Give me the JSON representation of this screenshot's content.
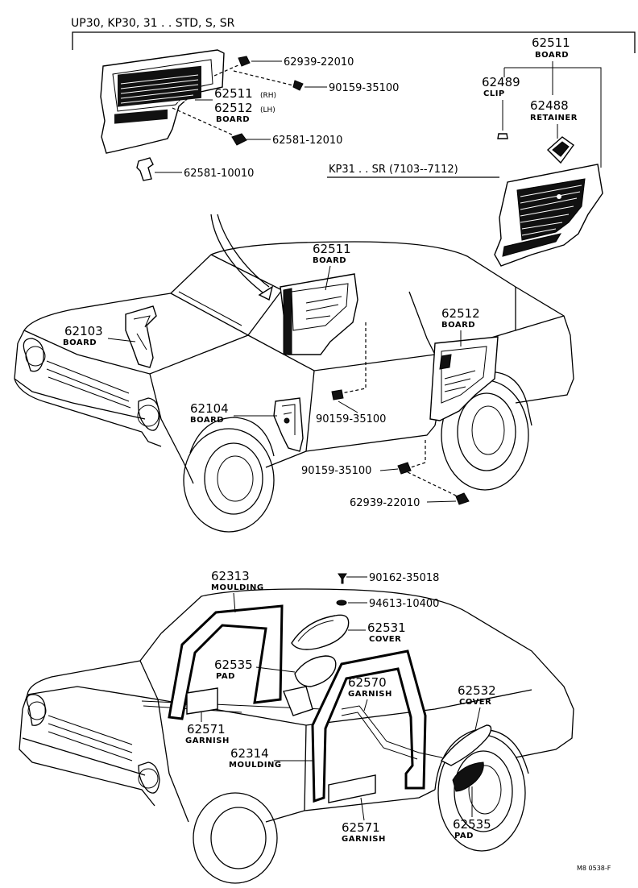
{
  "header": {
    "models_top": "UP30, KP30, 31 . . STD, S, SR",
    "models_kp31": "KP31 . . SR (7103--7112)"
  },
  "callouts_top": {
    "c62939a": "62939-22010",
    "c90159a": "90159-35100",
    "c62511rh": "62511",
    "rh": "(RH)",
    "c62512lh": "62512",
    "lh": "(LH)",
    "board_rhlh": "BOARD",
    "c62581a": "62581-12010",
    "c62581b": "62581-10010",
    "c62511r": "62511",
    "board_r": "BOARD",
    "c62489": "62489",
    "clip": "CLIP",
    "c62488": "62488",
    "retainer": "RETAINER"
  },
  "callouts_mid": {
    "c62511": "62511",
    "board_62511": "BOARD",
    "c62512": "62512",
    "board_62512": "BOARD",
    "c62103": "62103",
    "board_62103": "BOARD",
    "c62104": "62104",
    "board_62104": "BOARD",
    "c90159b": "90159-35100",
    "c90159c": "90159-35100",
    "c62939b": "62939-22010"
  },
  "callouts_bottom": {
    "c62313": "62313",
    "moulding_62313": "MOULDING",
    "c90162": "90162-35018",
    "c94613": "94613-10400",
    "c62531": "62531",
    "cover_62531": "COVER",
    "c62535a": "62535",
    "pad_a": "PAD",
    "c62570": "62570",
    "garnish_62570": "GARNISH",
    "c62532": "62532",
    "cover_62532": "COVER",
    "c62571a": "62571",
    "garnish_a": "GARNISH",
    "c62314": "62314",
    "moulding_62314": "MOULDING",
    "c62571b": "62571",
    "garnish_b": "GARNISH",
    "c62535b": "62535",
    "pad_b": "PAD"
  },
  "footer": {
    "drawing_code": "M8 0538-F"
  }
}
